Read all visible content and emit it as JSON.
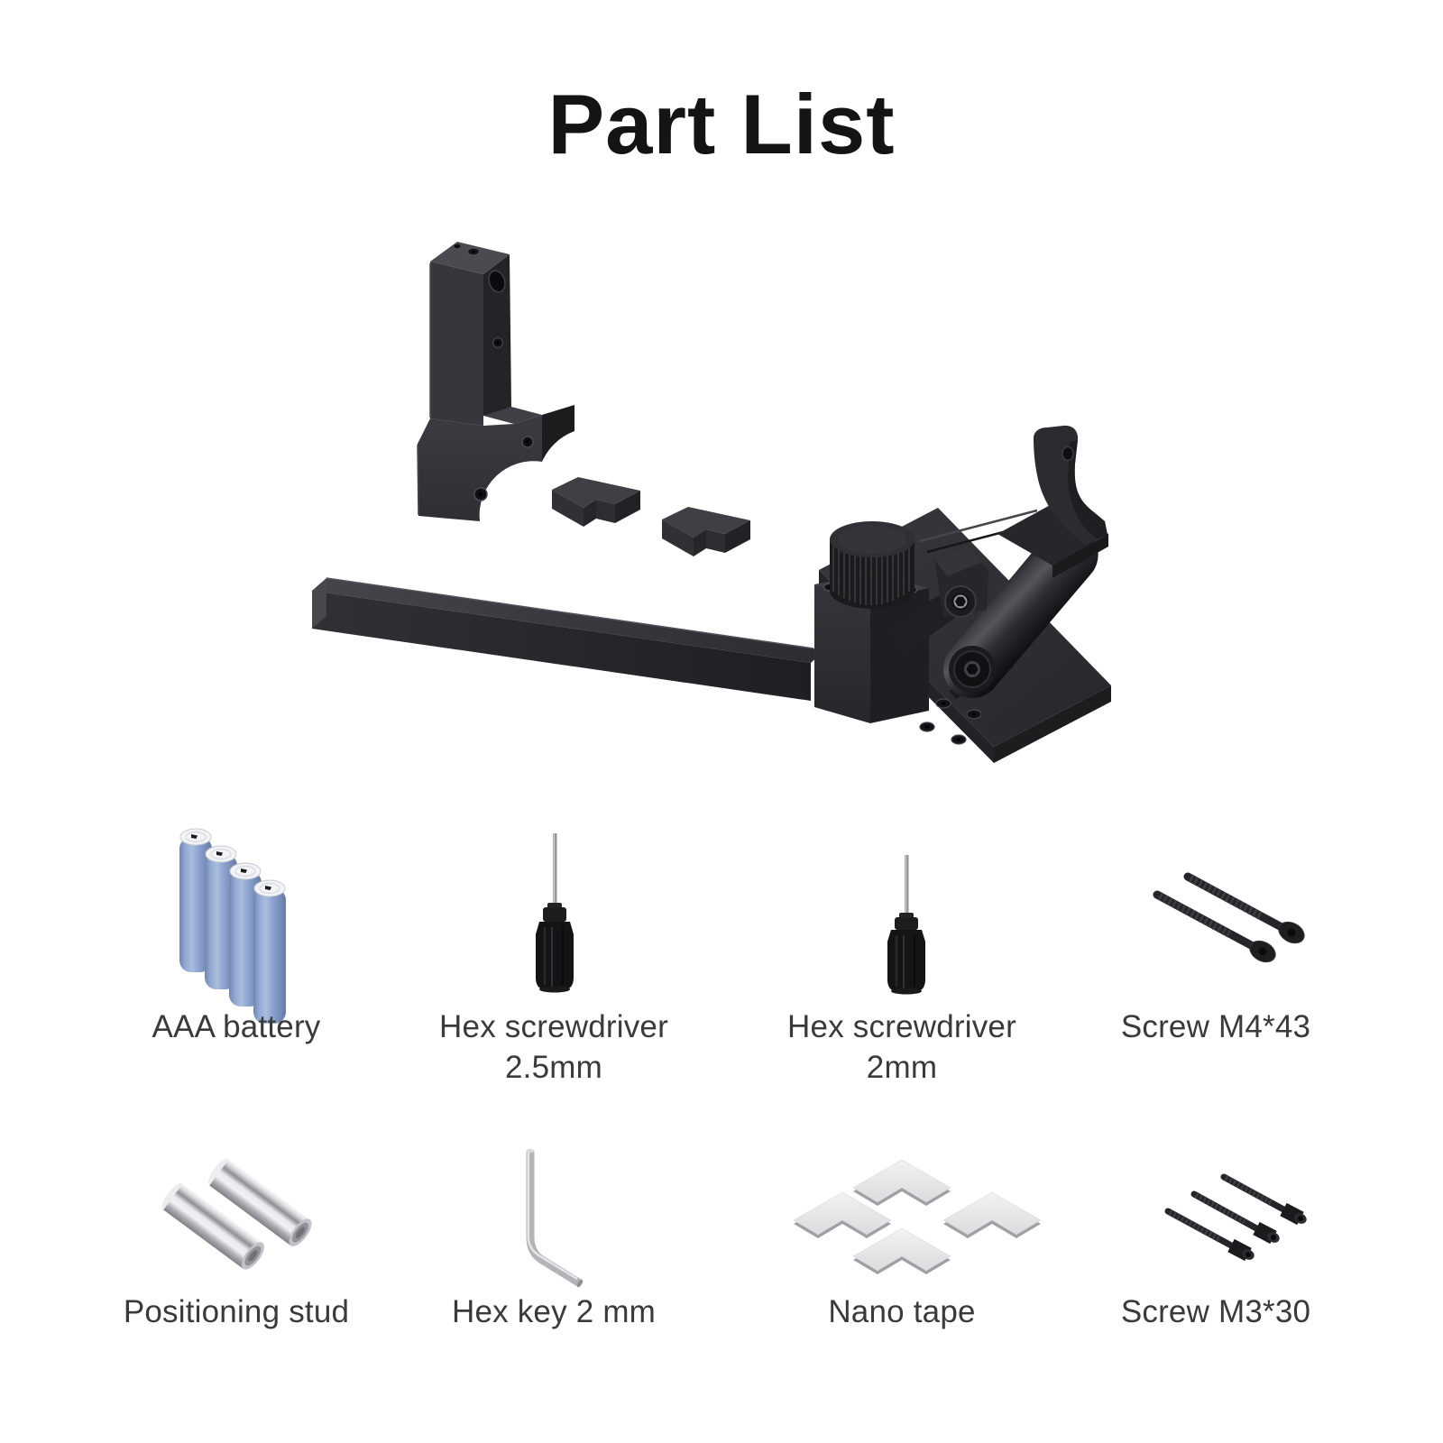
{
  "title": "Part List",
  "rows": [
    [
      {
        "label": "AAA battery",
        "sublabel": ""
      },
      {
        "label": "Hex screwdriver",
        "sublabel": "2.5mm"
      },
      {
        "label": "Hex screwdriver",
        "sublabel": "2mm"
      },
      {
        "label": "Screw M4*43",
        "sublabel": ""
      }
    ],
    [
      {
        "label": "Positioning stud",
        "sublabel": ""
      },
      {
        "label": "Hex key 2 mm",
        "sublabel": ""
      },
      {
        "label": "Nano tape",
        "sublabel": ""
      },
      {
        "label": "Screw M3*30",
        "sublabel": ""
      }
    ]
  ],
  "colors": {
    "background": "#ffffff",
    "title_text": "#141414",
    "label_text": "#3a3a3a",
    "part_metal_dark": "#27272b",
    "battery_blue": "#8ba2d0",
    "chrome_silver": "#c6c7cb",
    "nano_pad_gray": "#e8e8e9"
  }
}
